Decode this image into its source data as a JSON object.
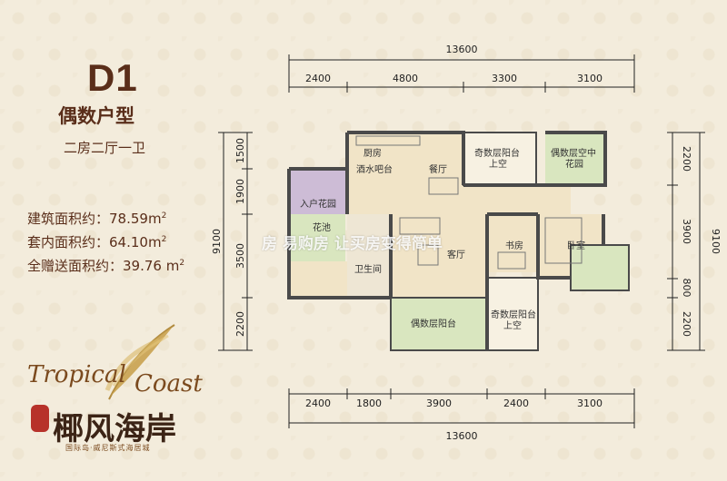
{
  "unit": {
    "code": "D1",
    "type": "偶数户型",
    "layout": "二房二厅一卫"
  },
  "areas": [
    {
      "label": "建筑面积约：78.59m",
      "sup": "2"
    },
    {
      "label": "套内面积约：64.10m",
      "sup": "2"
    },
    {
      "label": "全赠送面积约：39.76 m",
      "sup": "2"
    }
  ],
  "brand": {
    "en_left": "Tropical",
    "en_right": "Coast",
    "cn": "椰风海岸",
    "sub": "国际岛·威尼斯式海居城"
  },
  "watermark": "房 易购房  让买房变得简单",
  "dimensions": {
    "top_total": "13600",
    "top": [
      "2400",
      "4800",
      "3300",
      "3100"
    ],
    "bottom": [
      "2400",
      "1800",
      "3900",
      "2400",
      "3100"
    ],
    "bottom_total": "13600",
    "left_total": "9100",
    "left": [
      "1500",
      "1900",
      "3500",
      "2200"
    ],
    "right_total": "9100",
    "right": [
      "2200",
      "3900",
      "800",
      "2200"
    ]
  },
  "rooms": {
    "kitchen": "厨房",
    "bar": "酒水吧台",
    "dining": "餐厅",
    "odd_balcony_top": "奇数层阳台",
    "odd_balcony_top_2": "上空",
    "even_garden_1": "偶数层空中",
    "even_garden_2": "花园",
    "entry_garden": "入户花园",
    "planter": "花池",
    "bathroom": "卫生间",
    "living": "客厅",
    "study": "书房",
    "bedroom": "卧室",
    "even_balcony": "偶数层阳台",
    "odd_balcony_bottom": "奇数层阳台",
    "odd_balcony_bottom_2": "上空"
  },
  "colors": {
    "floor": "#f1e4c7",
    "garden": "#d9e6bf",
    "entry": "#cdbcd6",
    "wall": "#4a4a4a",
    "text": "#5a2e1a"
  }
}
